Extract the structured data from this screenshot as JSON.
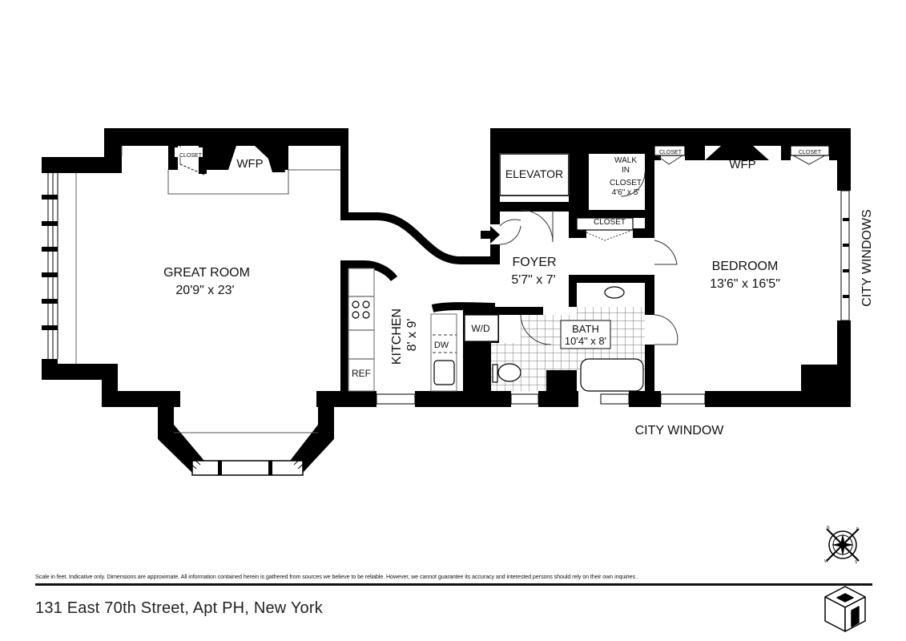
{
  "floorplan": {
    "rooms": [
      {
        "id": "great-room",
        "name": "GREAT ROOM",
        "dimensions": "20'9\" x 23'"
      },
      {
        "id": "kitchen",
        "name": "KITCHEN",
        "dimensions": "8' x 9'"
      },
      {
        "id": "foyer",
        "name": "FOYER",
        "dimensions": "5'7\" x 7'"
      },
      {
        "id": "bath",
        "name": "BATH",
        "dimensions": "10'4\" x 8'"
      },
      {
        "id": "bedroom",
        "name": "BEDROOM",
        "dimensions": "13'6\" x 16'5\""
      },
      {
        "id": "walk-in-closet",
        "name_lines": [
          "WALK",
          "IN",
          "CLOSET"
        ],
        "dimensions": "4'6\" x 5'"
      }
    ],
    "labels": {
      "elevator": "ELEVATOR",
      "wfp_left": "WFP",
      "wfp_right": "WFP",
      "closet": "CLOSET",
      "closet_small": "CLOSET",
      "wd": "W/D",
      "dw": "DW",
      "ref": "REF",
      "city_window": "CITY WINDOW",
      "city_windows": "CITY WINDOWS"
    },
    "compass": {
      "n": "N",
      "e": "E",
      "s": "S",
      "w": "W"
    }
  },
  "footer": {
    "disclaimer": "Scale in feet. Indicative only. Dimensions are approximate. All information contained herein is gathered from sources we believe to be reliable. However, we cannot guarantee its accuracy and interested persons should rely on their own inquiries .",
    "address": "131 East 70th Street, Apt PH, New York"
  }
}
